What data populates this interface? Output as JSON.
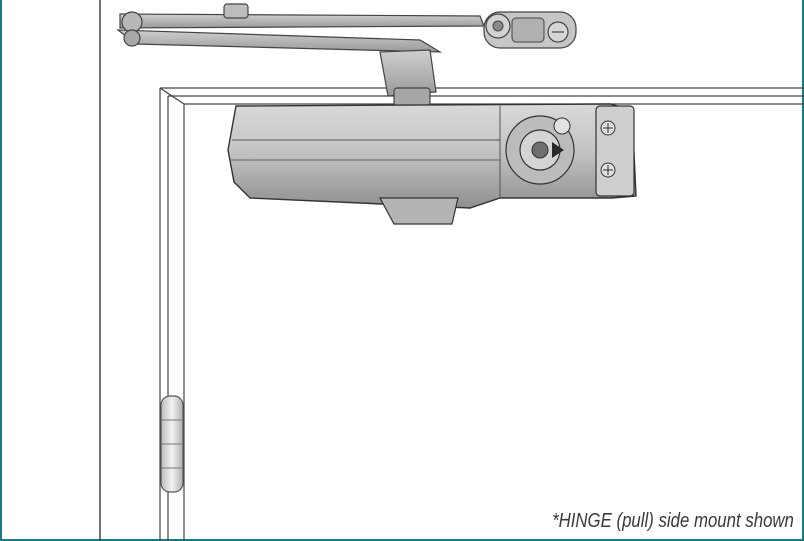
{
  "caption": "*HINGE (pull) side mount shown",
  "colors": {
    "border": "#1a7a80",
    "line": "#333333",
    "body_fill": "#c8c8c8",
    "body_dark": "#8e8e8e",
    "arm_fill": "#b6b6b6"
  },
  "parts": {
    "icons": [
      "door-frame",
      "door-closer-body",
      "main-arm",
      "forearm",
      "arm-shoe",
      "hinge",
      "valve-adjuster"
    ]
  }
}
